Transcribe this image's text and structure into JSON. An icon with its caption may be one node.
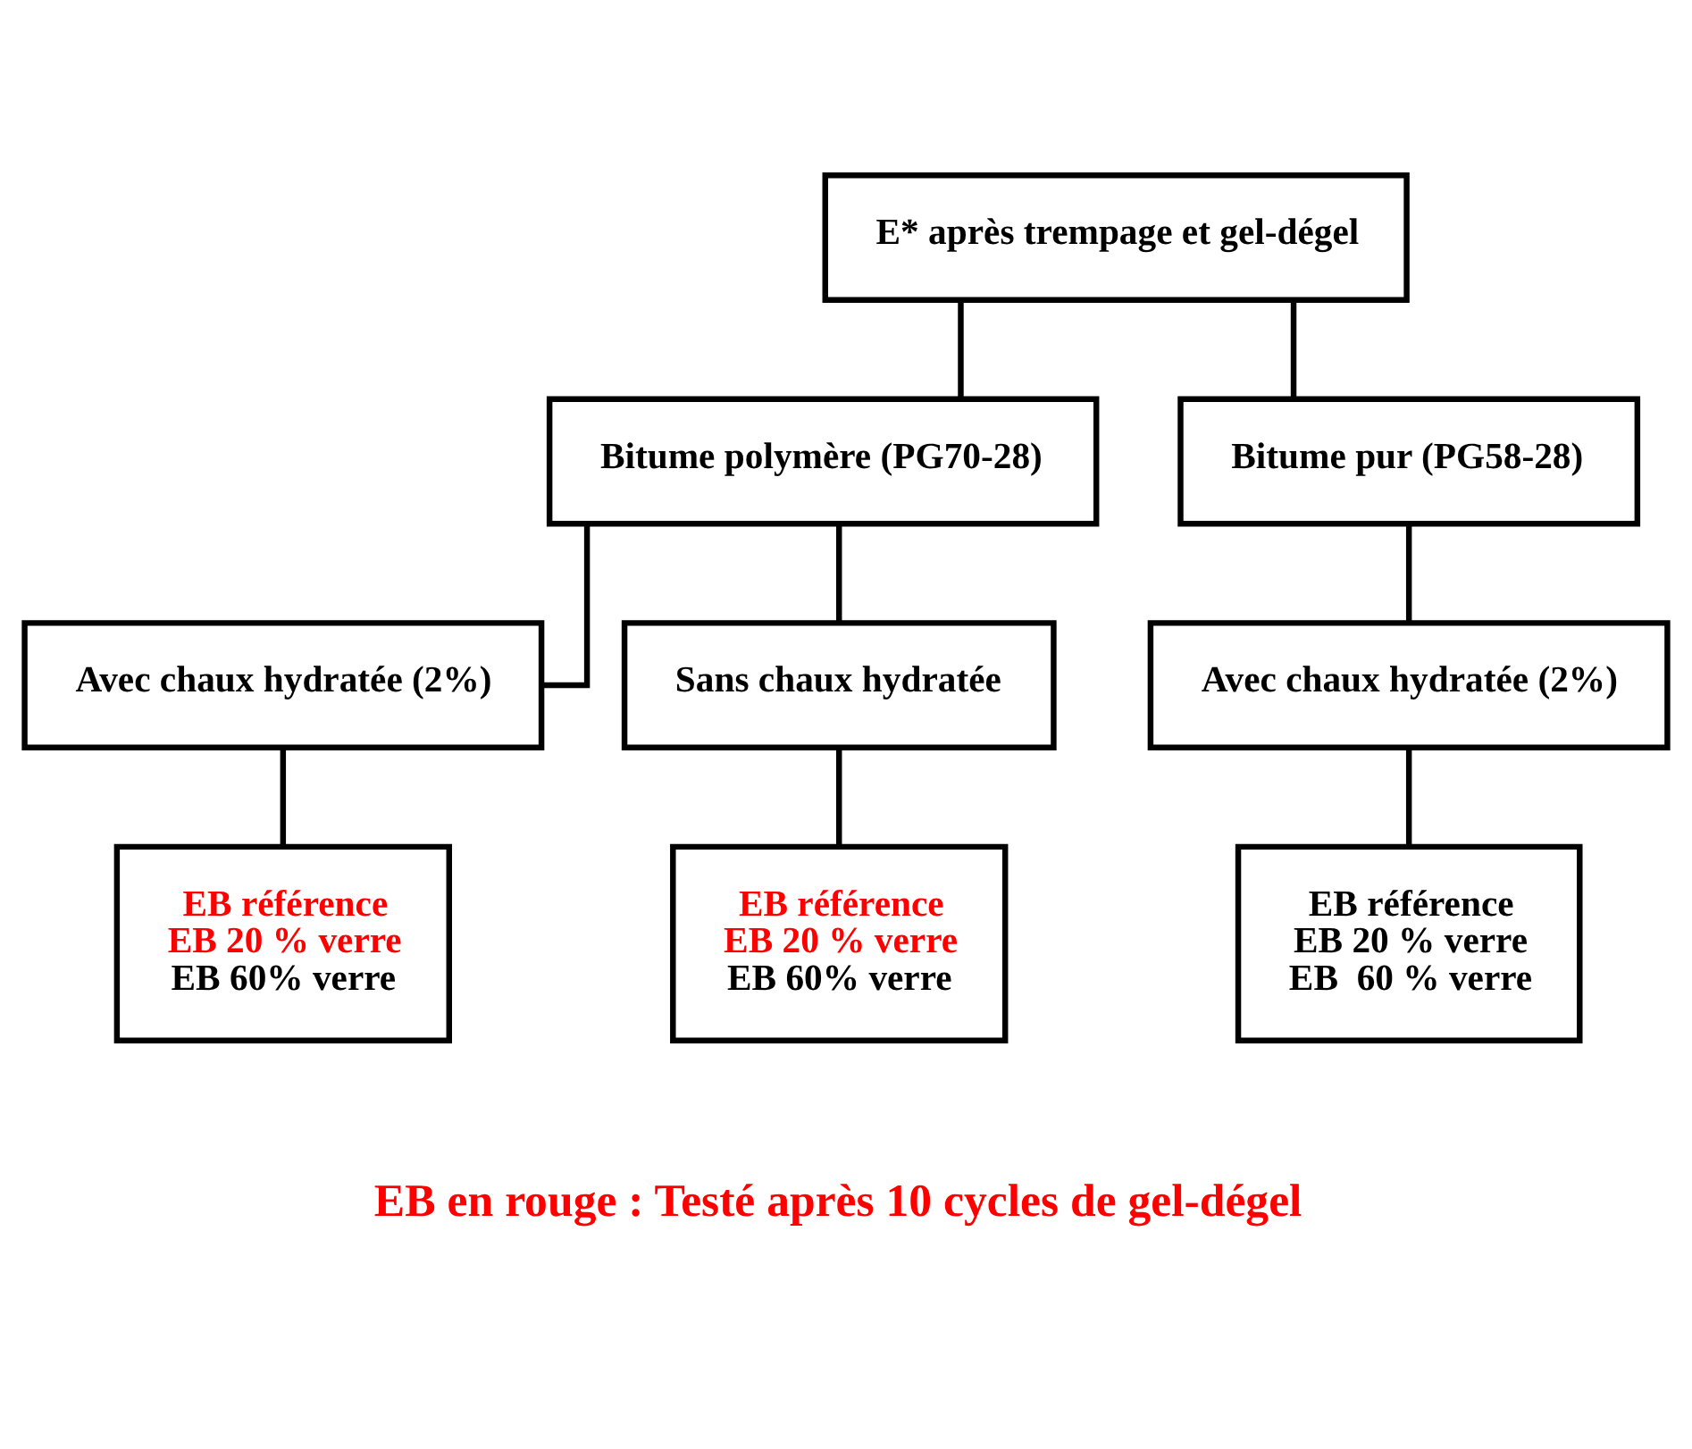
{
  "diagram": {
    "nodes": [
      {
        "text": [
          "E* après trempage et gel-dégel"
        ]
      },
      {
        "text": [
          "Bitume polymère (PG70-28)"
        ]
      },
      {
        "text": [
          "Bitume pur (PG58-28)"
        ]
      },
      {
        "text": [
          "Avec chaux hydratée (2%)"
        ]
      },
      {
        "text": [
          "Sans chaux hydratée"
        ]
      },
      {
        "text": [
          "Avec chaux hydratée (2%)"
        ]
      },
      {
        "text": [
          "EB référence",
          "EB 20 % verre",
          "EB 60% verre"
        ]
      },
      {
        "text": [
          "EB référence",
          "EB 20 % verre",
          "EB 60% verre"
        ]
      },
      {
        "text": [
          "EB référence",
          "EB 20 % verre",
          "EB  60 % verre"
        ]
      }
    ],
    "edges": [
      {
        "from": 0,
        "to": 1,
        "arrow": "none"
      },
      {
        "from": 0,
        "to": 2,
        "arrow": "none"
      },
      {
        "from": 1,
        "to": 3,
        "arrow": "none"
      },
      {
        "from": 1,
        "to": 4,
        "arrow": "none"
      },
      {
        "from": 2,
        "to": 5,
        "arrow": "none"
      },
      {
        "from": 3,
        "to": 6,
        "arrow": "none"
      },
      {
        "from": 4,
        "to": 7,
        "arrow": "none"
      },
      {
        "from": 5,
        "to": 8,
        "arrow": "none"
      }
    ],
    "labels": [
      "EB en rouge : Testé après 10 cycles de gel-dégel"
    ]
  }
}
